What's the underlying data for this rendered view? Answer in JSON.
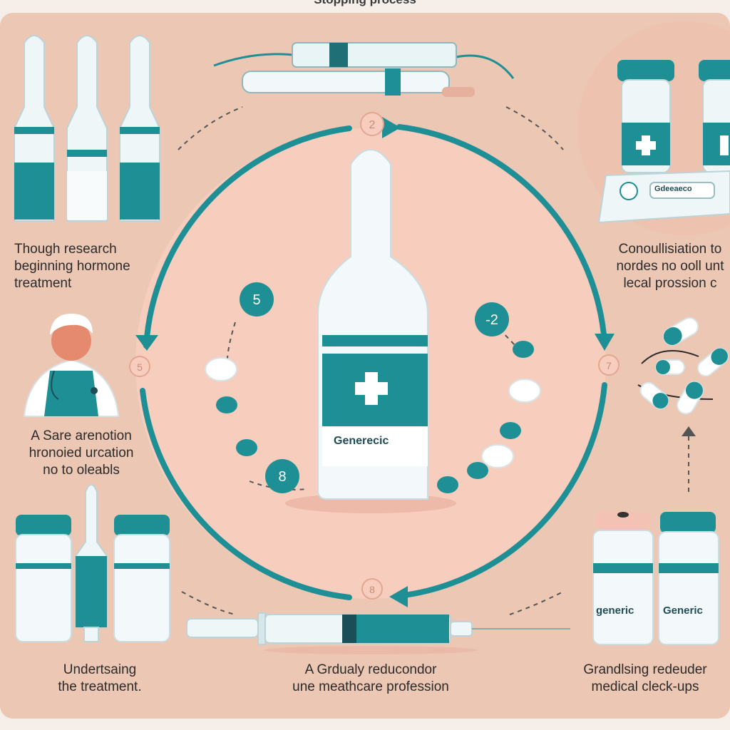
{
  "title": "Stopping process",
  "center_vial": {
    "label": "Generecic"
  },
  "steps": {
    "top": "2",
    "left": "5",
    "right": "-2",
    "bottom_left": "8",
    "bottom": "8",
    "far_left": "5",
    "far_right": "7"
  },
  "captions": {
    "top_left": "Though research\nbeginning hormone\ntreatment",
    "middle_left": "A Sare arenotion\nhronoied urcation\nno to oleabls",
    "bottom_left": "Undertsaing\nthe treatment.",
    "bottom_middle": "A Grdualy reducondor\nune meathcare profession",
    "top_right": "Conoullisiation to\nnordes no ooll  unt\nlecal prossion c",
    "bottom_right": "Grandlsing redeuder\nmedical cleck-ups"
  },
  "vial_labels": {
    "generic_1": "generic",
    "generic_2": "Generic",
    "kit": "Gdeeaeco"
  },
  "colors": {
    "teal": "#1f8f96",
    "background": "#f6efe9",
    "peach": "#f2c4b0",
    "circle": "#f7cdbd"
  }
}
